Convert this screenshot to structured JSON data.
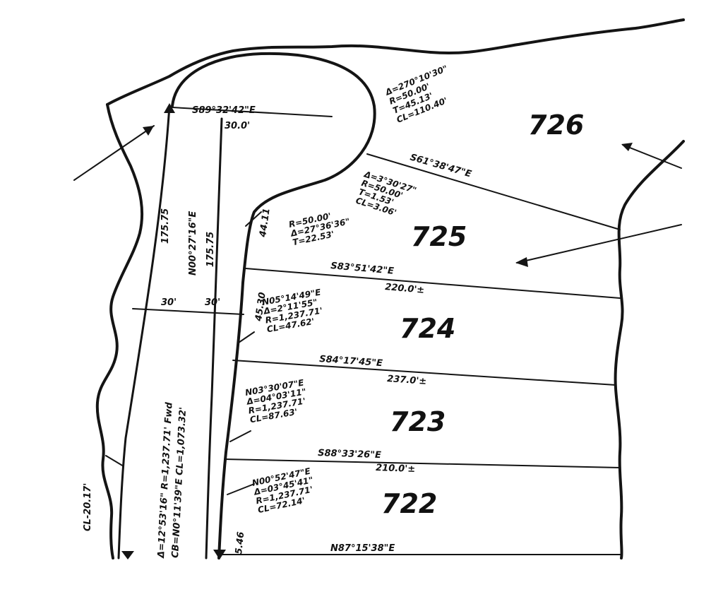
{
  "lots": [
    {
      "id": "726",
      "label": "726"
    },
    {
      "id": "725",
      "label": "725"
    },
    {
      "id": "724",
      "label": "724"
    },
    {
      "id": "723",
      "label": "723"
    },
    {
      "id": "722",
      "label": "722"
    }
  ],
  "road": {
    "curve_label": "Δ=12°53'16\" R=1,237.71' Fwd",
    "chord_label": "CB=N0°11'39\"E CL=1,073.32'",
    "centerline_label": "CL-20.17'",
    "west_width": "30'",
    "east_width": "30'",
    "west_dim": "175.75",
    "east_dim": "175.75",
    "east_bearing": "N00°27'16\"E"
  },
  "cul_de_sac": {
    "top_bearing": "S89°32'42\"E",
    "top_dim": "30.0'",
    "curve_note": [
      "Δ=270°10'30\"",
      "R=50.00'",
      "T=45.13'",
      "CL=110.40'"
    ]
  },
  "boundaries": [
    {
      "bearing": "S61°38'47\"E",
      "curve_note": [
        "Δ=3°30'27\"",
        "R=50.00'",
        "T=1.53'",
        "CL=3.06'"
      ]
    },
    {
      "bearing": "S83°51'42\"E",
      "distance": "220.0'±",
      "curve_note": [
        "R=50.00'",
        "Δ=27°36'36\"",
        "T=22.53'"
      ],
      "frontage": "44.11",
      "side": "45.30"
    },
    {
      "bearing": "S84°17'45\"E",
      "distance": "237.0'±",
      "curve_note": [
        "N05°14'49\"E",
        "Δ=2°11'55\"",
        "R=1,237.71'",
        "CL=47.62'"
      ]
    },
    {
      "bearing": "S88°33'26\"E",
      "distance": "210.0'±",
      "curve_note": [
        "N03°30'07\"E",
        "Δ=04°03'11\"",
        "R=1,237.71'",
        "CL=87.63'"
      ]
    },
    {
      "bearing": "N87°15'38\"E",
      "curve_note": [
        "N00°52'47\"E",
        "Δ=03°45'41\"",
        "R=1,237.71'",
        "CL=72.14'"
      ],
      "frontage": "5.46"
    }
  ]
}
